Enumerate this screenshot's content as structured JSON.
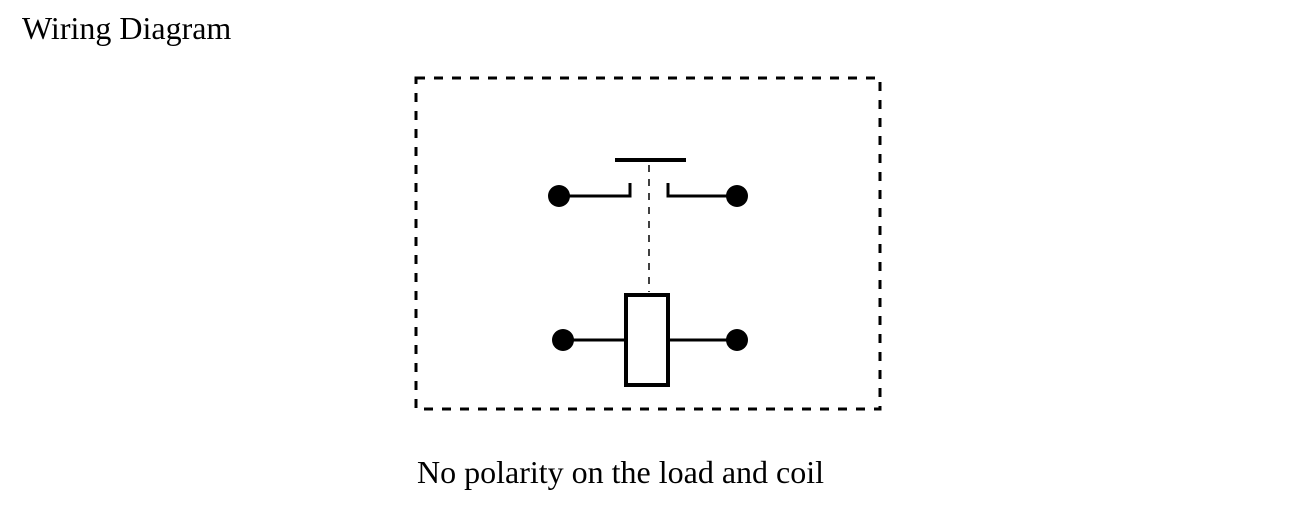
{
  "title": "Wiring Diagram",
  "caption": "No polarity on the load and coil",
  "diagram": {
    "components": [
      {
        "name": "load-contact",
        "symbol": "normally-open pushbutton switch",
        "terminals": 2
      },
      {
        "name": "relay-coil",
        "symbol": "rectangular coil",
        "terminals": 2
      }
    ],
    "colors": {
      "line": "#000000",
      "background": "#ffffff"
    }
  }
}
